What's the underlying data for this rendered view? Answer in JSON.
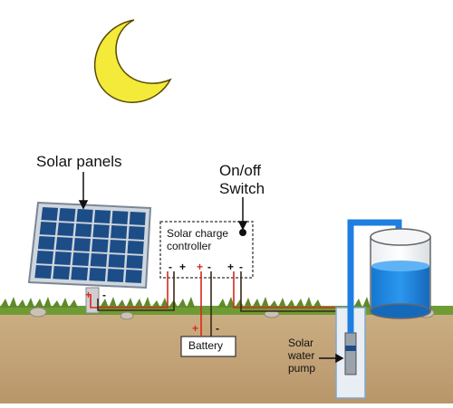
{
  "labels": {
    "solar_panels": "Solar panels",
    "switch_line1": "On/off",
    "switch_line2": "Switch",
    "controller_line1": "Solar charge",
    "controller_line2": "controller",
    "battery": "Battery",
    "pump_line1": "Solar",
    "pump_line2": "water",
    "pump_line3": "pump"
  },
  "terminals": {
    "panel_plus": "+",
    "panel_minus": "-",
    "ctrl_t1": "-",
    "ctrl_t2": "+",
    "ctrl_t3": "+",
    "ctrl_t4": "-",
    "ctrl_t5": "+",
    "ctrl_t6": "-",
    "battery_plus": "+",
    "battery_minus": "-"
  },
  "icons": [
    "moon-icon",
    "arrow-icon"
  ],
  "colors": {
    "moon": "#f4ea3a",
    "panel_cell": "#1d4d86",
    "ground": "#c7a97b",
    "grass": "#6f9b35",
    "water": "#1e88e5",
    "pipe": "#1f7fe0",
    "wire_red": "#d62a20",
    "wire_dark": "#3a2a1a"
  }
}
